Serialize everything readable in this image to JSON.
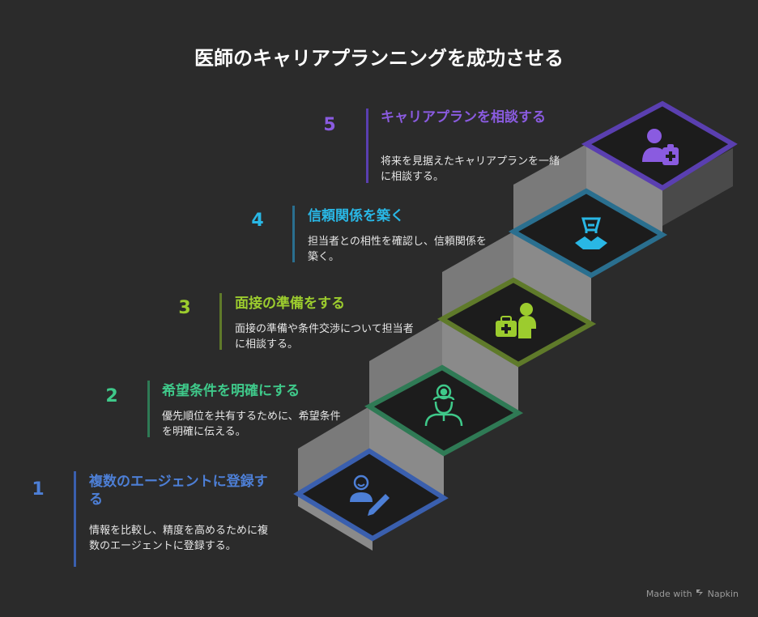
{
  "title": "医師のキャリアプランニングを成功させる",
  "steps": [
    {
      "number": "1",
      "title": "複数のエージェントに登録する",
      "description": "情報を比較し、精度を高めるために複数のエージェントに登録する。",
      "color": "#4d7fd6",
      "icon": "doctor-with-pen-icon"
    },
    {
      "number": "2",
      "title": "希望条件を明確にする",
      "description": "優先順位を共有するために、希望条件を明確に伝える。",
      "color": "#3fc98a",
      "icon": "doctor-with-mirror-icon"
    },
    {
      "number": "3",
      "title": "面接の準備をする",
      "description": "面接の準備や条件交渉について担当者に相談する。",
      "color": "#9ccc2e",
      "icon": "medical-bag-person-icon"
    },
    {
      "number": "4",
      "title": "信頼関係を築く",
      "description": "担当者との相性を確認し、信頼関係を築く。",
      "color": "#29b7e5",
      "icon": "handshake-icon"
    },
    {
      "number": "5",
      "title": "キャリアプランを相談する",
      "description": "将来を見据えたキャリアプランを一緒に相談する。",
      "color": "#8a5be0",
      "icon": "person-clipboard-icon"
    }
  ],
  "footer": {
    "made_with": "Made with",
    "brand": "Napkin"
  }
}
